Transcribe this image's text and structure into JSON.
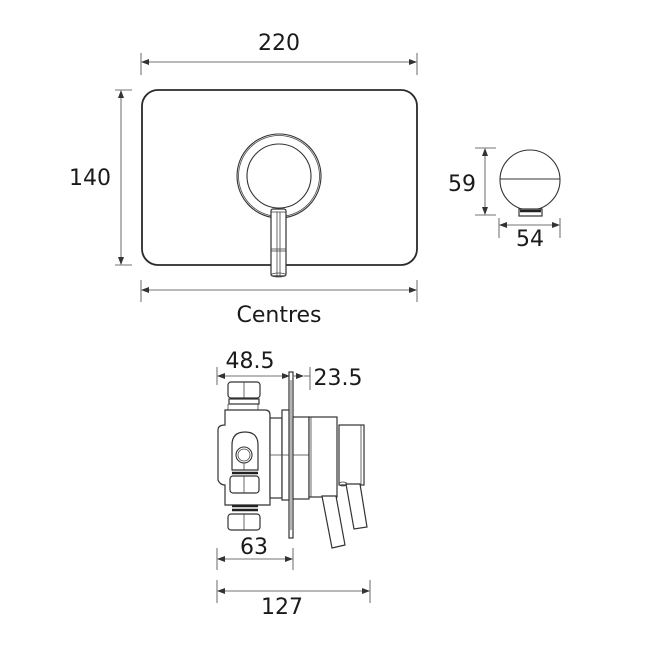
{
  "diagram": {
    "type": "technical-dimension-drawing",
    "subject": "concealed shower valve",
    "units": "mm"
  },
  "front_view": {
    "width_label": "220",
    "height_label": "140",
    "centres_label": "Centres"
  },
  "knob_side_view": {
    "height_label": "59",
    "width_label": "54"
  },
  "side_view": {
    "body_depth_label": "48.5",
    "plate_to_handle_label": "23.5",
    "body_width_label": "63",
    "overall_depth_label": "127"
  },
  "colors": {
    "line": "#333333",
    "text": "#1a1a1a",
    "background": "#ffffff"
  }
}
